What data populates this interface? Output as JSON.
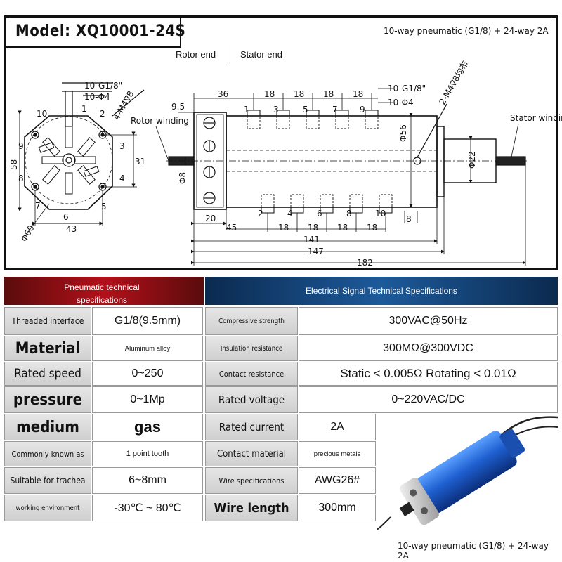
{
  "header": {
    "model": "Model: XQ10001-24S",
    "caption": "10-way pneumatic (G1/8) + 24-way 2A",
    "rotor_end": "Rotor end",
    "stator_end": "Stator end"
  },
  "drawing": {
    "left_view": {
      "label_g": "10-G1/8\"",
      "label_phi4": "10-Φ4",
      "label_m4": "4-M4∇8",
      "port_numbers": [
        "1",
        "2",
        "3",
        "4",
        "5",
        "6",
        "7",
        "8",
        "9",
        "10"
      ],
      "dim_58": "58",
      "dim_31": "31",
      "dim_43": "43",
      "dim_phi60": "Φ60"
    },
    "side_view": {
      "rotor_winding": "Rotor winding",
      "stator_winding": "Stator winding",
      "dim_9_5": "9.5",
      "dim_36": "36",
      "dim_18": "18",
      "label_g": "10-G1/8\"",
      "label_phi4": "10-Φ4",
      "label_m4": "2-M4∇8均布",
      "dim_phi56": "Φ56",
      "dim_phi22": "Φ22",
      "dim_phi8": "Φ8",
      "dim_20": "20",
      "dim_45": "45",
      "dim_8": "8",
      "dim_141": "141",
      "dim_147": "147",
      "dim_182": "182",
      "top_ports": [
        "1",
        "3",
        "5",
        "7",
        "9"
      ],
      "bottom_ports": [
        "2",
        "4",
        "6",
        "8",
        "10"
      ]
    }
  },
  "pneumatic": {
    "title": "Pneumatic technical specifications",
    "rows": [
      {
        "label": "Threaded interface",
        "value": "G1/8(9.5mm)"
      },
      {
        "label": "Material",
        "value": "Aluminum alloy"
      },
      {
        "label": "Rated speed",
        "value": "0~250"
      },
      {
        "label": "pressure",
        "value": "0~1Mp"
      },
      {
        "label": "medium",
        "value": "gas"
      },
      {
        "label": "Commonly known as",
        "value": "1 point tooth"
      },
      {
        "label": "Suitable for trachea",
        "value": "6~8mm"
      },
      {
        "label": "working environment",
        "value": "-30℃ ~ 80℃"
      }
    ]
  },
  "electrical": {
    "title": "Electrical Signal Technical Specifications",
    "rows": [
      {
        "label": "Compressive strength",
        "value": "300VAC@50Hz"
      },
      {
        "label": "Insulation resistance",
        "value": "300MΩ@300VDC"
      },
      {
        "label": "Contact resistance",
        "value": "Static < 0.005Ω Rotating < 0.01Ω"
      },
      {
        "label": "Rated voltage",
        "value": "0~220VAC/DC"
      },
      {
        "label": "Rated current",
        "value": "2A"
      },
      {
        "label": "Contact material",
        "value": "precious metals"
      },
      {
        "label": "Wire specifications",
        "value": "AWG26#"
      },
      {
        "label": "Wire length",
        "value": "300mm"
      }
    ]
  },
  "photo_caption": "10-way pneumatic (G1/8) + 24-way 2A"
}
